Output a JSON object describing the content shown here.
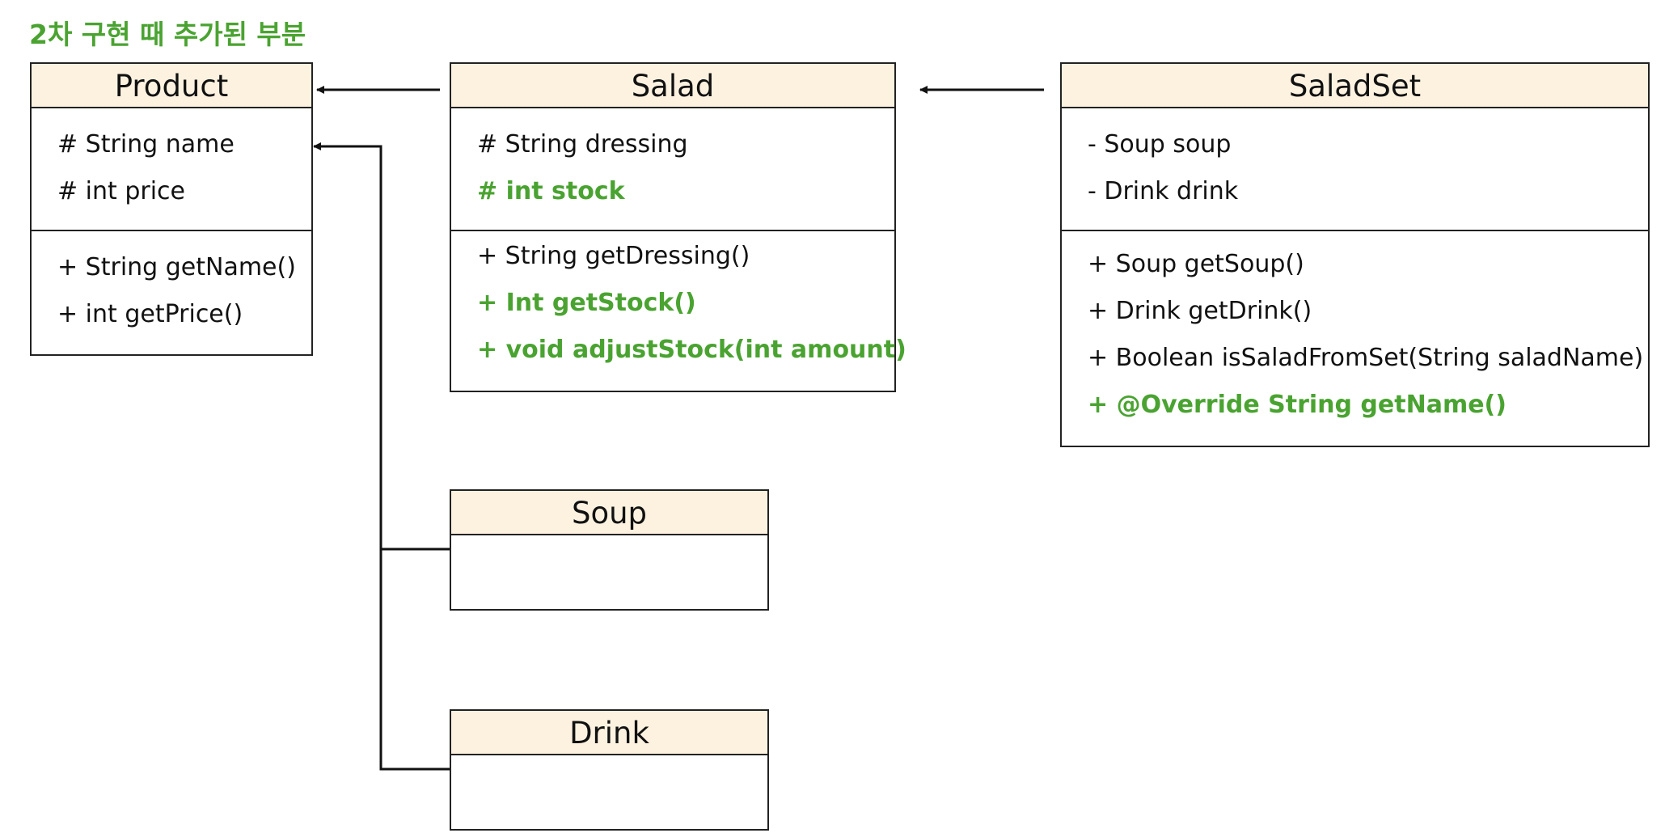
{
  "accent_color": "#4aa331",
  "note": "2차 구현 때 추가된 부분",
  "classes": {
    "product": {
      "name": "Product",
      "attributes": [
        {
          "text": "# String name",
          "added": false
        },
        {
          "text": "# int price",
          "added": false
        }
      ],
      "methods": [
        {
          "text": "+ String getName()",
          "added": false
        },
        {
          "text": "+ int getPrice()",
          "added": false
        }
      ]
    },
    "salad": {
      "name": "Salad",
      "attributes": [
        {
          "text": "# String dressing",
          "added": false
        },
        {
          "text": "# int stock",
          "added": true
        }
      ],
      "methods": [
        {
          "text": "+ String getDressing()",
          "added": false
        },
        {
          "text": "+ Int getStock()",
          "added": true
        },
        {
          "text": "+ void adjustStock(int amount)",
          "added": true
        }
      ]
    },
    "saladset": {
      "name": "SaladSet",
      "attributes": [
        {
          "text": "- Soup soup",
          "added": false
        },
        {
          "text": "- Drink drink",
          "added": false
        }
      ],
      "methods": [
        {
          "text": "+ Soup getSoup()",
          "added": false
        },
        {
          "text": "+ Drink getDrink()",
          "added": false
        },
        {
          "text": "+ Boolean isSaladFromSet(String saladName)",
          "added": false
        },
        {
          "text": "+ @Override String getName()",
          "added": true
        }
      ]
    },
    "soup": {
      "name": "Soup"
    },
    "drink": {
      "name": "Drink"
    }
  },
  "relations": [
    {
      "from": "Salad",
      "to": "Product",
      "type": "inheritance"
    },
    {
      "from": "SaladSet",
      "to": "Salad",
      "type": "inheritance"
    },
    {
      "from": "Soup",
      "to": "Product",
      "type": "inheritance"
    },
    {
      "from": "Drink",
      "to": "Product",
      "type": "inheritance"
    }
  ]
}
